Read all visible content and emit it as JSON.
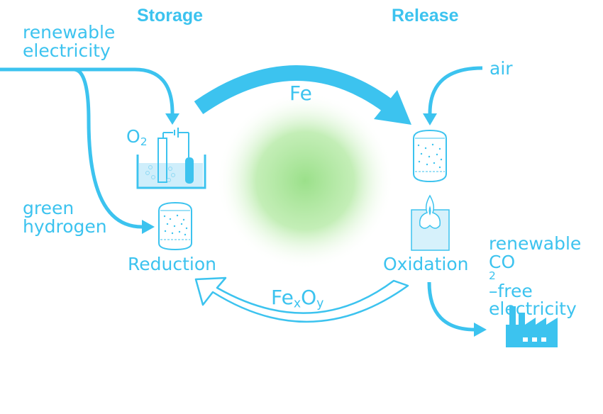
{
  "headings": {
    "storage": "Storage",
    "release": "Release"
  },
  "inputs": {
    "renewable_line1": "renewable",
    "renewable_line2": "electricity",
    "green_line1": "green",
    "green_line2": "hydrogen",
    "air": "air"
  },
  "labels": {
    "o2_main": "O",
    "o2_sub": "2",
    "fe": "Fe",
    "fexoy_fe": "Fe",
    "fexoy_x": "x",
    "fexoy_o": "O",
    "fexoy_y": "y",
    "reduction": "Reduction",
    "oxidation": "Oxidation"
  },
  "output": {
    "line1": "renewable",
    "line2_pre": "CO",
    "line2_sub": "2",
    "line2_post": "–free",
    "line3": "electricity"
  },
  "colors": {
    "accent": "#3cc3ef",
    "glow": "#9be08a",
    "liquid": "#cfeefb"
  }
}
